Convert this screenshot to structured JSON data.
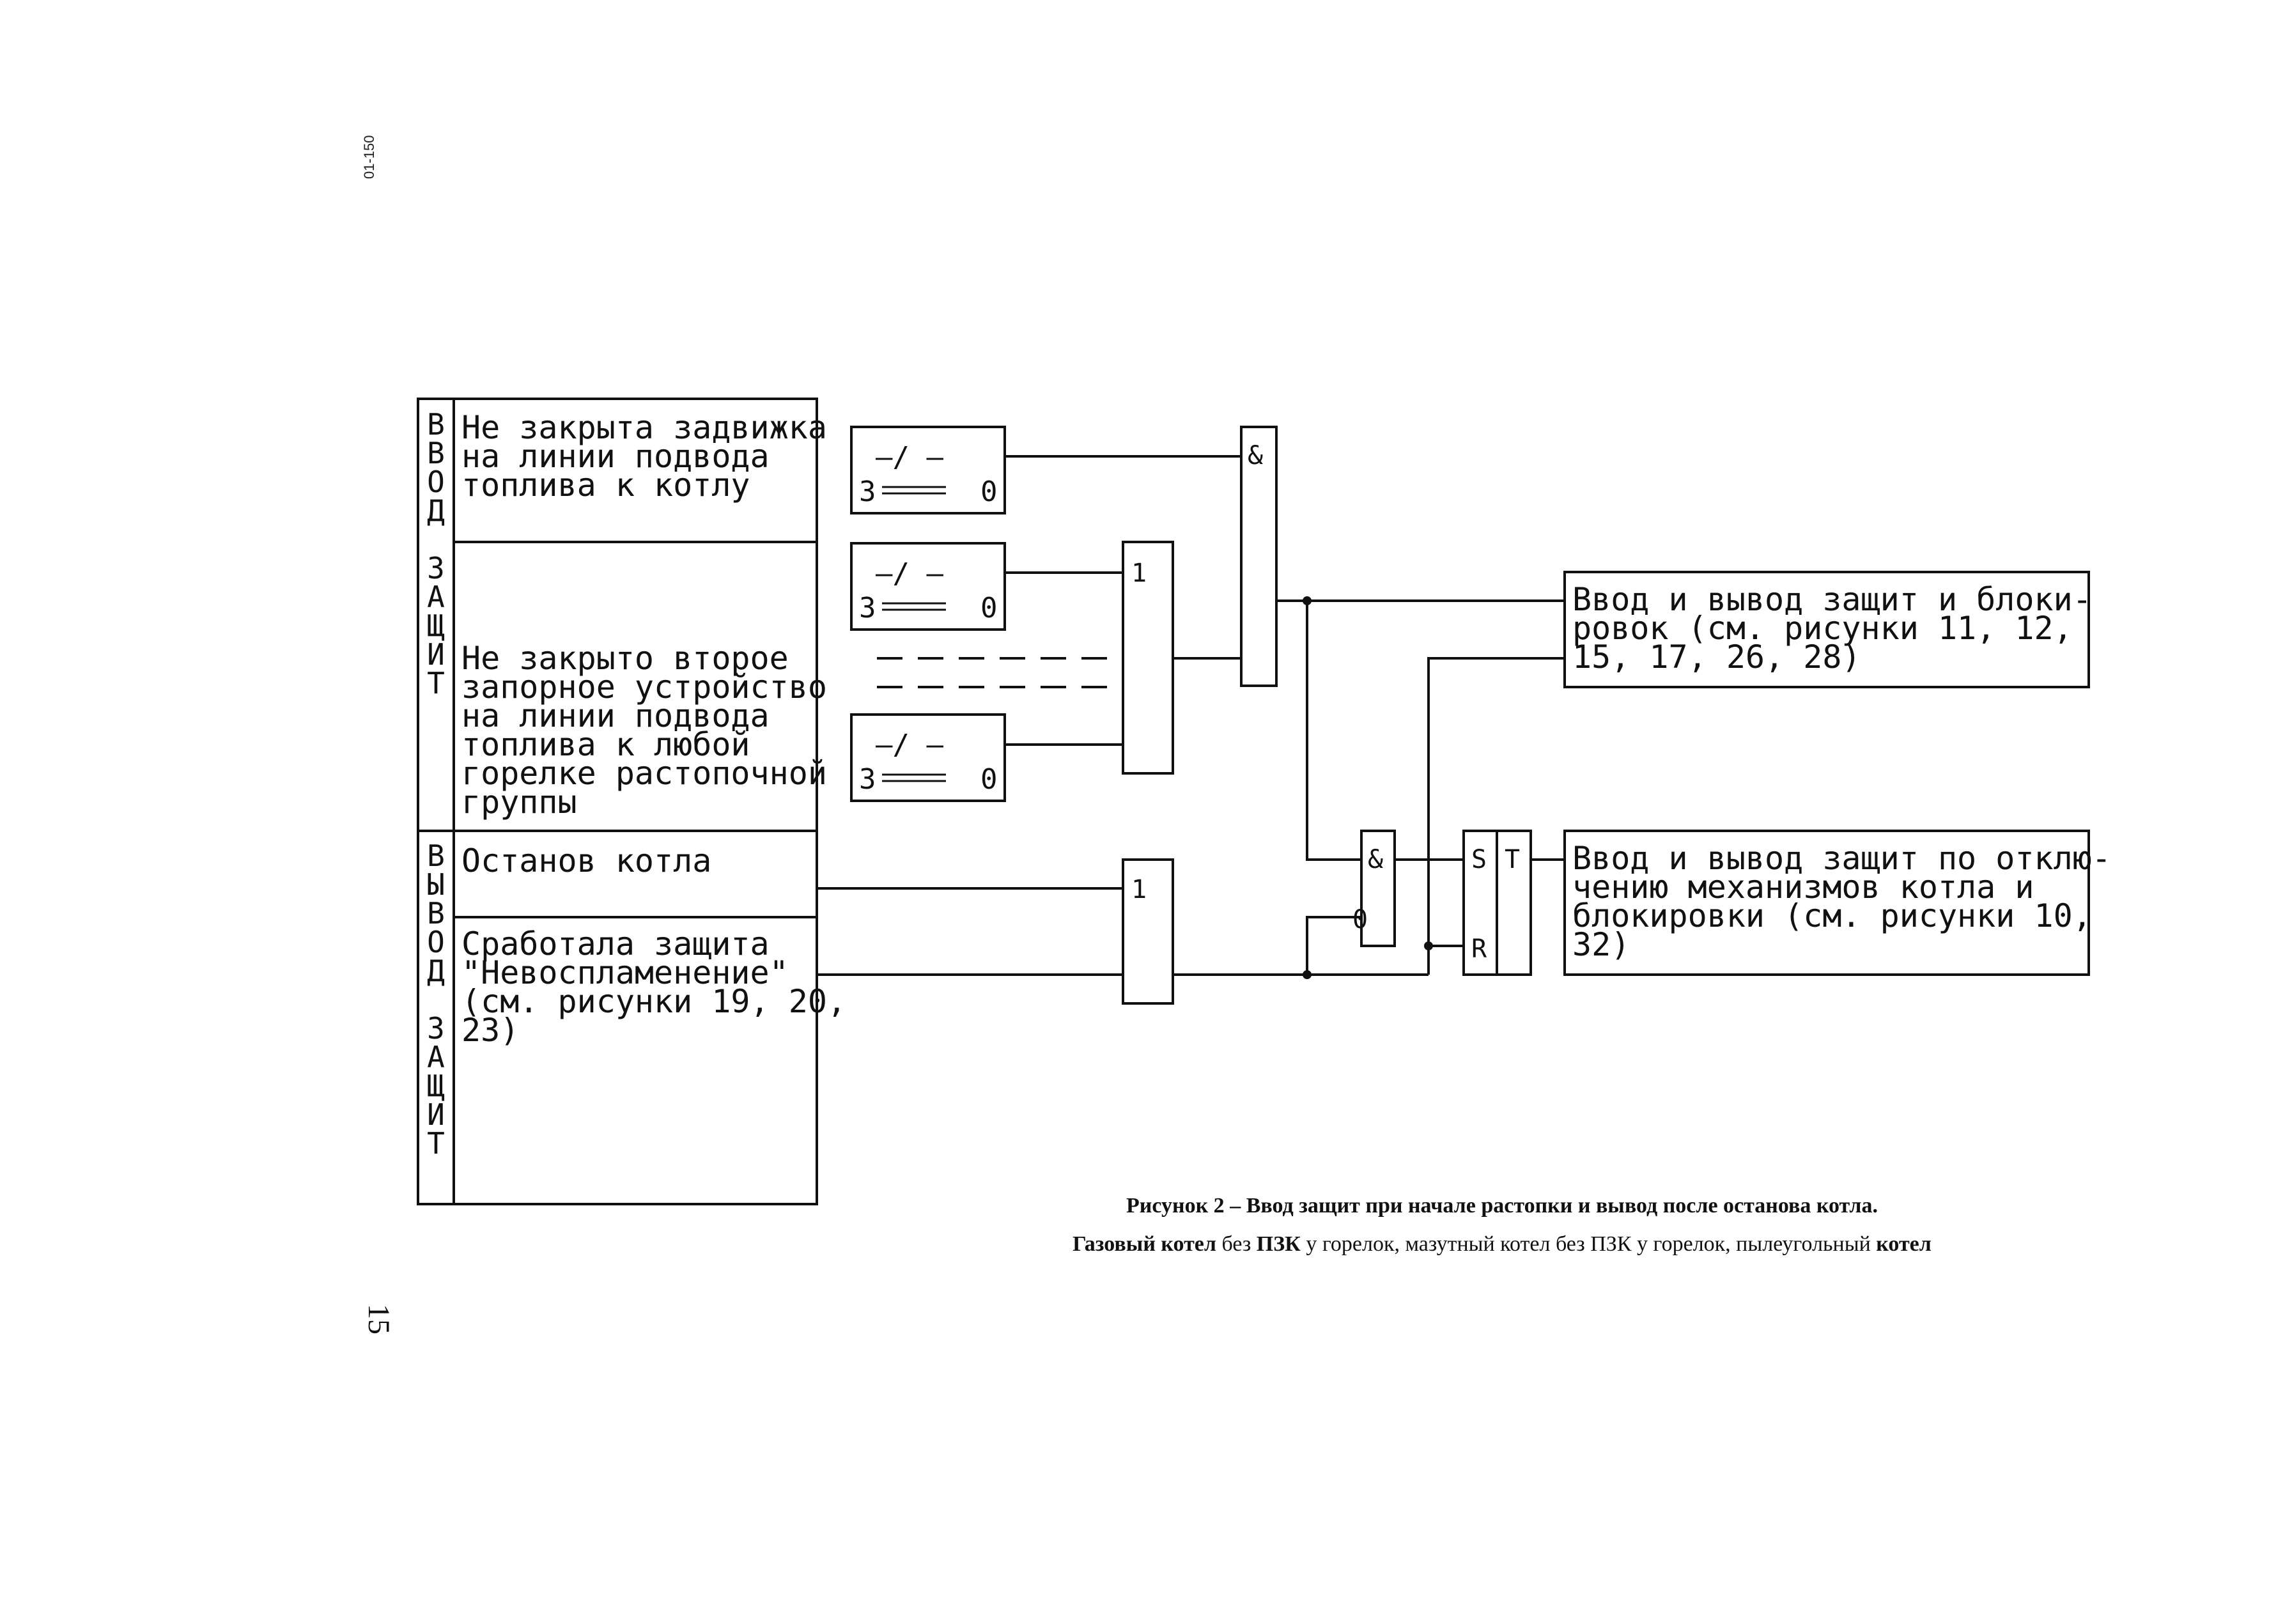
{
  "margin_code": "01-150",
  "page_number": "15",
  "side_labels": {
    "enable": [
      "В",
      "В",
      "О",
      "Д",
      "",
      "З",
      "А",
      "Щ",
      "И",
      "Т"
    ],
    "disable": [
      "В",
      "Ы",
      "В",
      "О",
      "Д",
      "",
      "З",
      "А",
      "Щ",
      "И",
      "Т"
    ]
  },
  "conditions": [
    [
      "Не закрыта задвижка",
      "на линии подвода",
      "топлива к котлу"
    ],
    [
      "Не закрыто второе",
      "запорное устройство",
      "на линии подвода",
      "топлива к любой",
      "горелке растопочной",
      "группы"
    ],
    [
      "Останов котла"
    ],
    [
      "Сработала защита",
      "\"Невоспламенение\"",
      "(см. рисунки 19, 20,",
      "23)"
    ]
  ],
  "switch_block": {
    "top_symbol": "—/ —",
    "left_label": "З",
    "right_label": "0"
  },
  "gates": {
    "and": "&",
    "or": "1",
    "inverted_input": "0",
    "set": "S",
    "reset": "R",
    "trigger": "T"
  },
  "outputs": [
    [
      "Ввод и вывод защит и блоки-",
      "ровок (см. рисунки 11, 12,",
      "15, 17, 26, 28)"
    ],
    [
      "Ввод и вывод защит по отклю-",
      "чению механизмов котла и",
      "блокировки (см. рисунки 10,",
      "32)"
    ]
  ],
  "caption": {
    "figure_label": "Рисунок 2",
    "line1": " – Ввод защит при начале растопки и вывод после останова котла.",
    "line2_bold": "Газовый котел",
    "line2_mid1": " без ",
    "line2_b2": "ПЗК",
    "line2_rest": " у горелок, мазутный котел без ПЗК у горелок, пылеугольный ",
    "line2_end": "котел"
  }
}
